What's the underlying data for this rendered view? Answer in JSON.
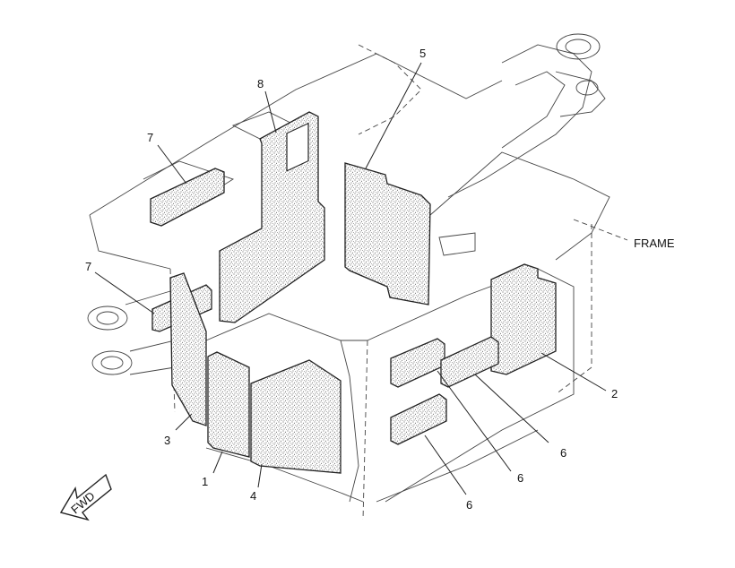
{
  "callouts": {
    "c1": "1",
    "c2": "2",
    "c3": "3",
    "c4": "4",
    "c5": "5",
    "c6a": "6",
    "c6b": "6",
    "c6c": "6",
    "c7a": "7",
    "c7b": "7",
    "c8": "8"
  },
  "frame_label": "FRAME",
  "fwd_label": "FWD"
}
